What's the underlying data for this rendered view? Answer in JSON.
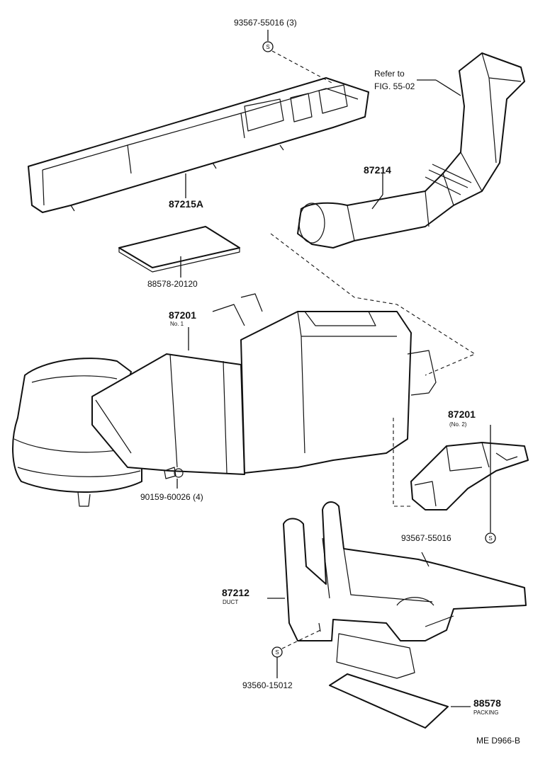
{
  "labels": {
    "screw_top": "93567-55016 (3)",
    "refer_line1": "Refer to",
    "refer_line2": "FIG. 55-02",
    "duct_87214": "87214",
    "duct_87215a": "87215A",
    "filter_88578_20120": "88578-20120",
    "unit_87201_no1": "87201",
    "unit_87201_no1_sub": "No. 1",
    "screw_90159": "90159-60026 (4)",
    "unit_87201_no2": "87201",
    "unit_87201_no2_sub": "(No. 2)",
    "screw_93567_right": "93567-55016",
    "duct_87212": "87212",
    "duct_87212_sub": "DUCT",
    "screw_93560": "93560-15012",
    "packing_88578": "88578",
    "packing_88578_sub": "PACKING",
    "diagram_code": "ME D966-B"
  },
  "symbols": {
    "s_mark": "S"
  }
}
